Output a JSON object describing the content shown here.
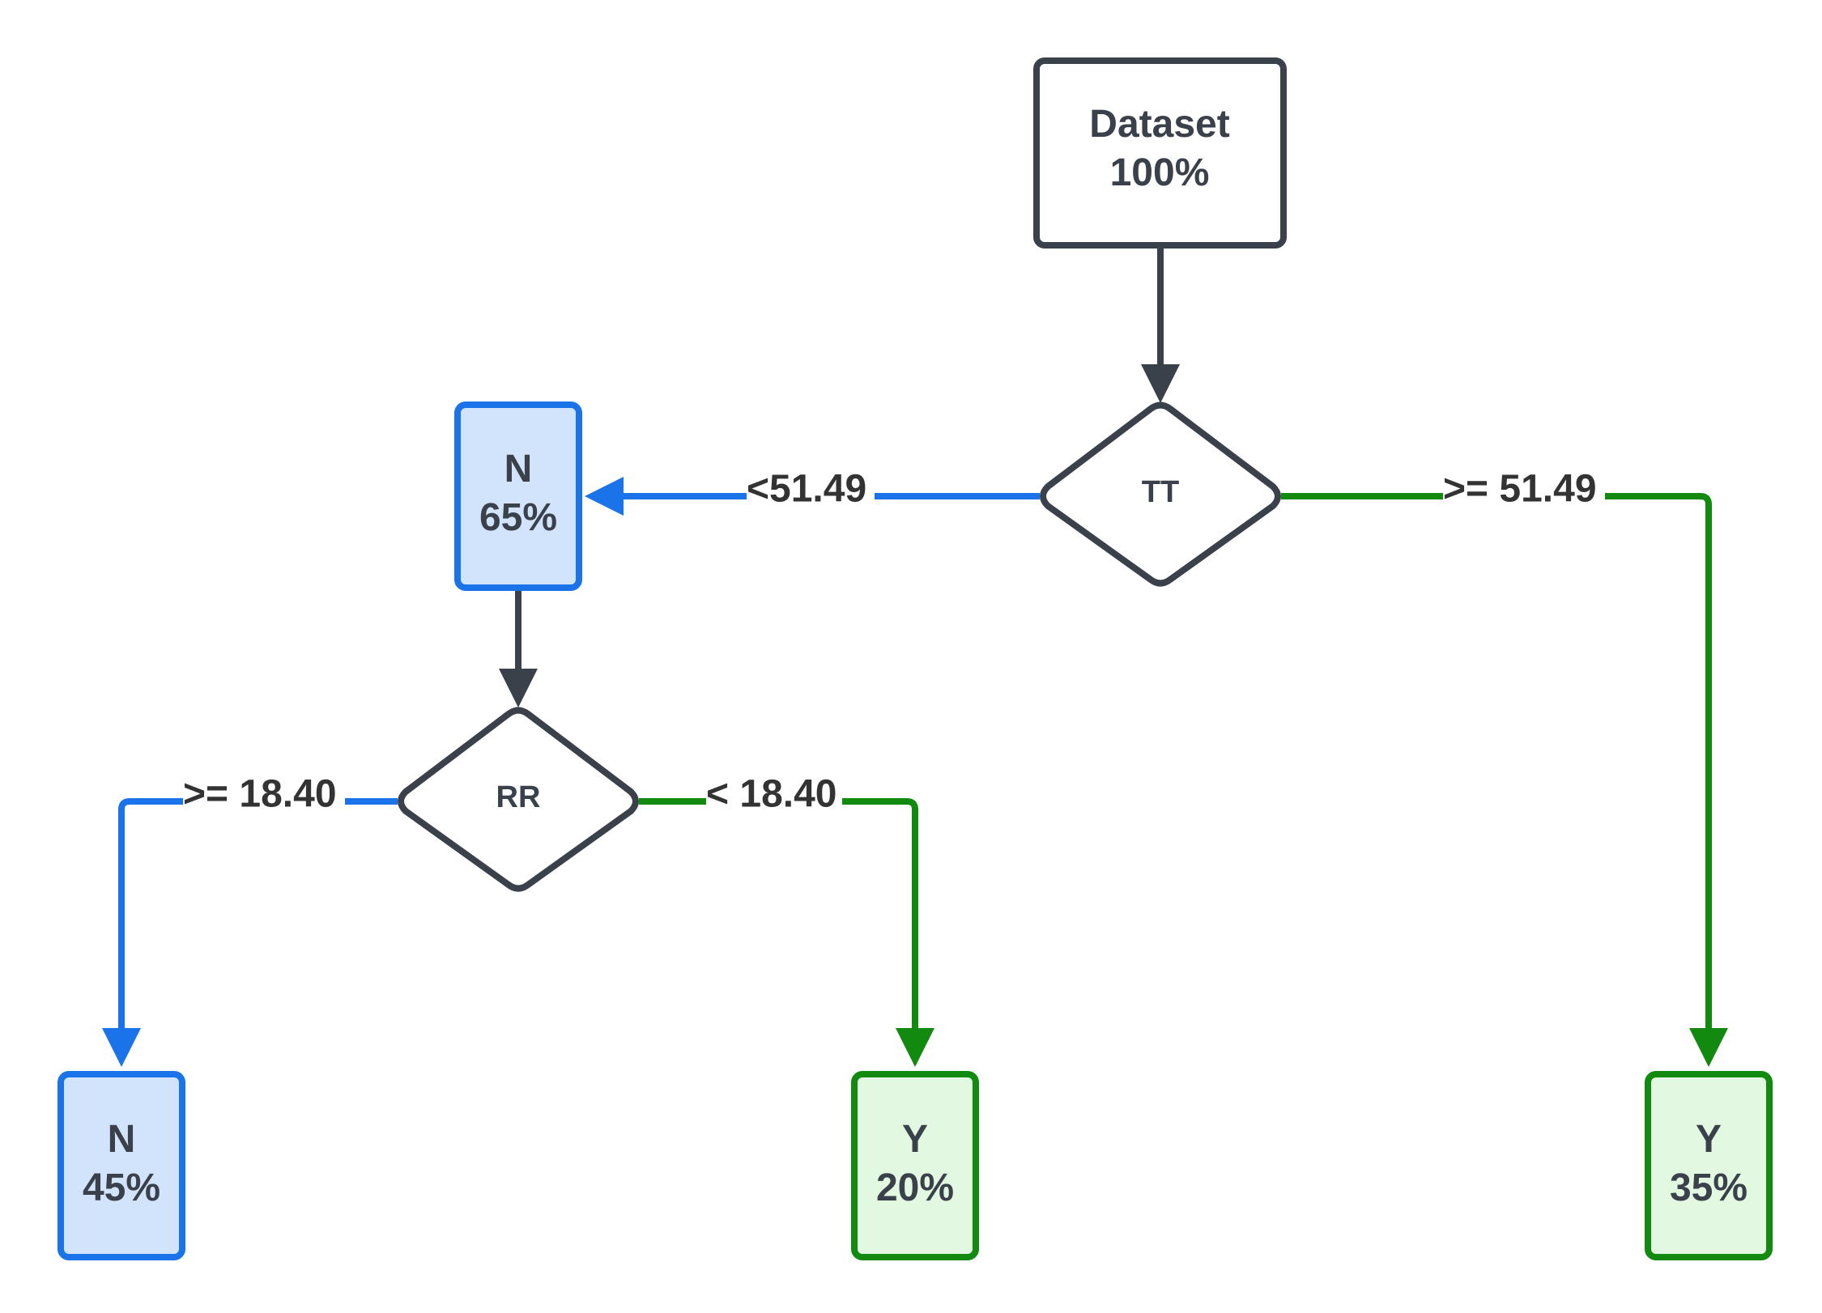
{
  "colors": {
    "neutral": "#3a414a",
    "no": "#1a73e8",
    "no_fill": "#d2e3fc",
    "yes": "#12890f",
    "yes_fill": "#e2f8e0"
  },
  "nodes": {
    "root": {
      "line1": "Dataset",
      "line2": "100%"
    },
    "tt": {
      "label": "TT"
    },
    "n_mid": {
      "line1": "N",
      "line2": "65%"
    },
    "rr": {
      "label": "RR"
    },
    "n_leaf": {
      "line1": "N",
      "line2": "45%"
    },
    "y_mid": {
      "line1": "Y",
      "line2": "20%"
    },
    "y_right": {
      "line1": "Y",
      "line2": "35%"
    }
  },
  "edges": {
    "tt_left": "<51.49",
    "tt_right": ">= 51.49",
    "rr_left": ">= 18.40",
    "rr_right": "< 18.40"
  }
}
